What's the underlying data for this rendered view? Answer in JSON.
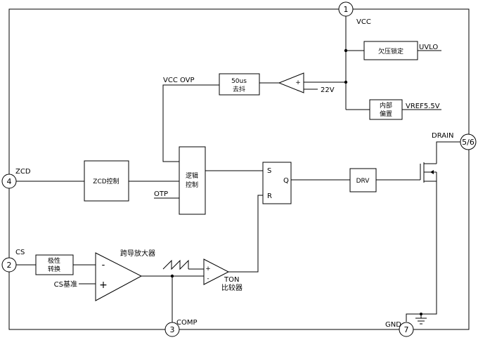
{
  "pins": {
    "p1": "1",
    "p2": "2",
    "p3": "3",
    "p4": "4",
    "p56": "5/6",
    "p7": "7"
  },
  "labels": {
    "vcc": "VCC",
    "uvlo": "UVLO",
    "vref": "VREF5.5V",
    "vcc_ovp": "VCC OVP",
    "v22": "22V",
    "drain": "DRAIN",
    "zcd": "ZCD",
    "otp": "OTP",
    "cs": "CS",
    "cs_ref": "CS基准",
    "comp": "COMP",
    "gnd": "GND",
    "transamp": "跨导放大器",
    "ton": "TON",
    "ton_sub": "比较器",
    "s": "S",
    "r": "R",
    "q": "Q",
    "op_plus": "+",
    "op_minus": "-"
  },
  "blocks": {
    "uvlo_lock": "欠压锁定",
    "internal_bias_1": "内部",
    "internal_bias_2": "偏置",
    "debounce_1": "50us",
    "debounce_2": "去抖",
    "zcd_ctrl": "ZCD控制",
    "logic_1": "逻辑",
    "logic_2": "控制",
    "drv": "DRV",
    "polarity_1": "极性",
    "polarity_2": "转换"
  }
}
